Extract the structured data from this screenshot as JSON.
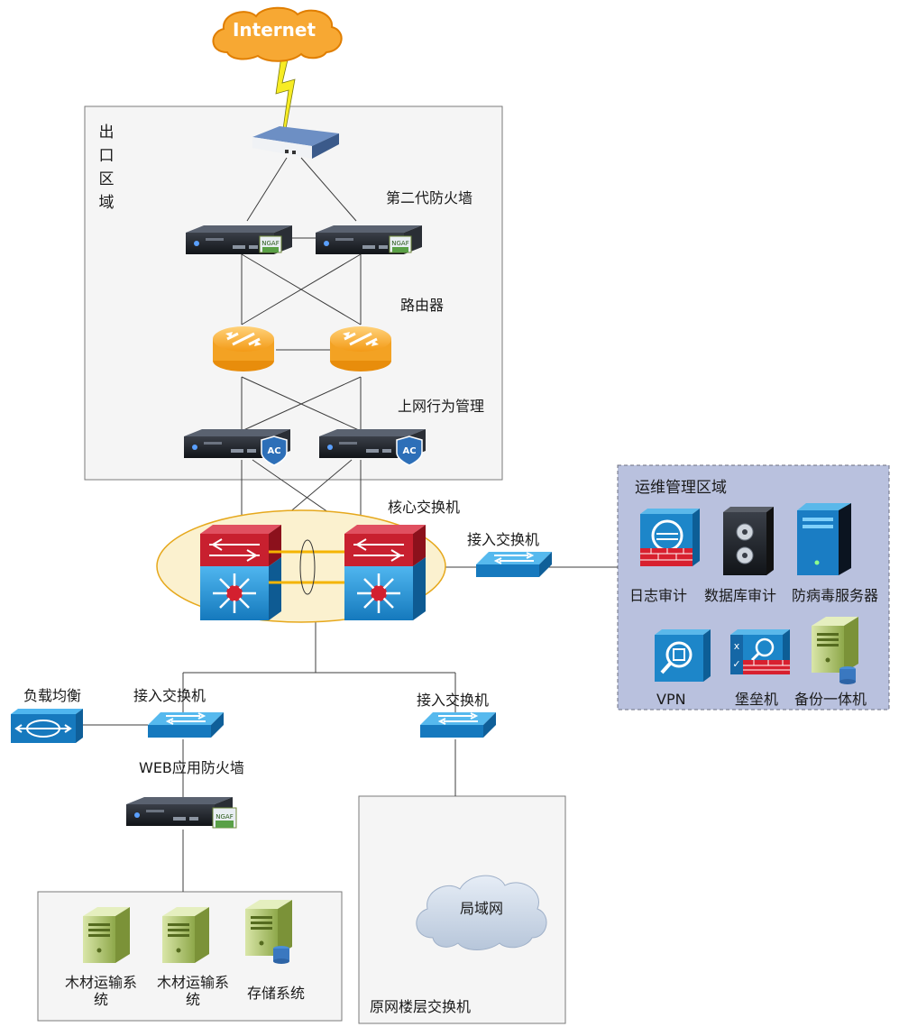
{
  "internet": "Internet",
  "labels": {
    "exit_zone": "出口区域",
    "ngfw": "第二代防火墙",
    "router": "路由器",
    "behavior_mgmt": "上网行为管理",
    "core_switch": "核心交换机",
    "access_switch_ops": "接入交换机",
    "ops_zone": "运维管理区域",
    "log_audit": "日志审计",
    "db_audit": "数据库审计",
    "antivirus": "防病毒服务器",
    "vpn": "VPN",
    "bastion": "堡垒机",
    "backup": "备份一体机",
    "load_balance": "负载均衡",
    "access_switch_left": "接入交换机",
    "access_switch_right": "接入交换机",
    "waf": "WEB应用防火墙",
    "timber1": "木材运输系\n统",
    "timber2": "木材运输系\n统",
    "storage": "存储系统",
    "lan": "局域网",
    "floor_switch": "原网楼层交换机"
  },
  "badges": {
    "ngfw": "NGAF",
    "ac": "AC"
  },
  "colors": {
    "cloud_orange": "#f7a833",
    "router_orange": "#f5a623",
    "switch_blue": "#1a86c9",
    "core_red": "#c8202f",
    "ops_zone_bg": "#b9c1de",
    "server_green": "#b8cc7a"
  }
}
